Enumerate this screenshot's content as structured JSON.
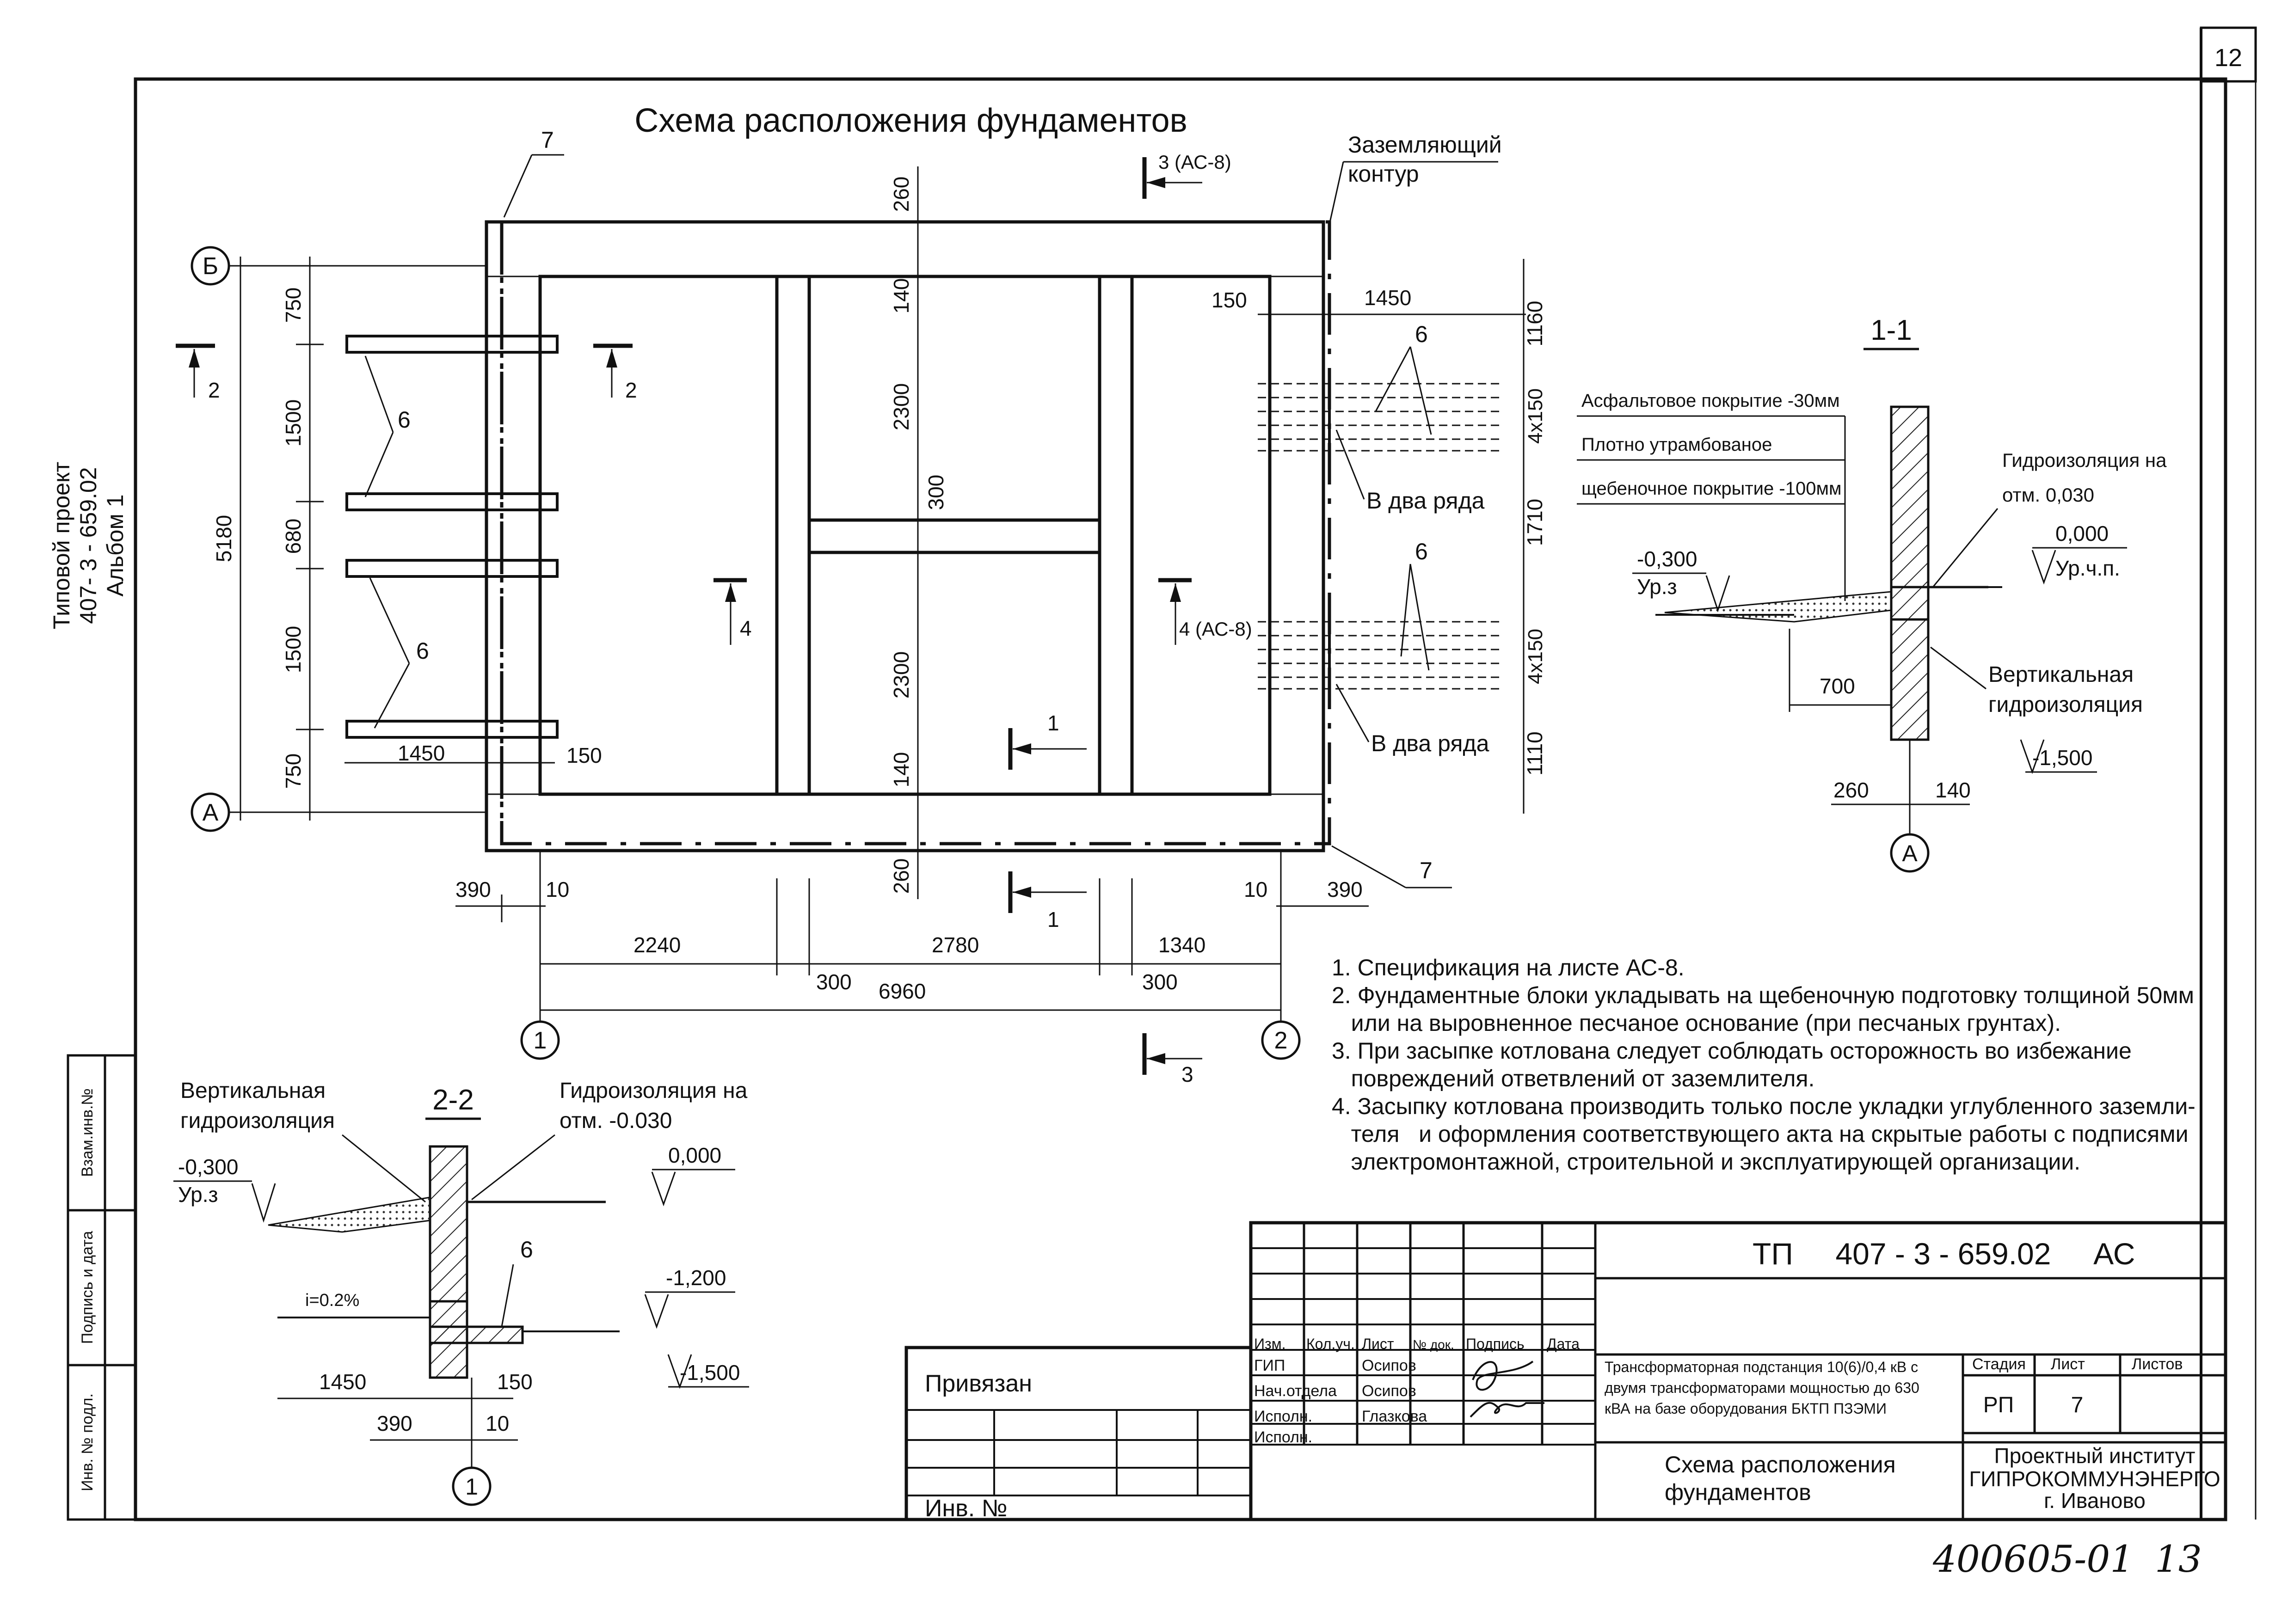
{
  "sheet_number": "12",
  "page_number_handwritten": "13",
  "archive_number_handwritten": "400605-01",
  "title": "Схема расположения фундаментов",
  "side_label": [
    "Типовой проект",
    "407- 3 - 659.02",
    "Альбом 1"
  ],
  "axes": {
    "b": "Б",
    "a": "А",
    "one": "1",
    "two": "2"
  },
  "plan": {
    "ground_contour_label": [
      "Заземляющий",
      "контур"
    ],
    "ground_contour_mark": "7",
    "section_3_top": "3 (АС-8)",
    "section_3_bottom": "3",
    "section_2": "2",
    "section_4": "4",
    "section_4_ref": "4 (АС-8)",
    "section_1": "1",
    "block_mark": "6",
    "two_rows": "В два ряда",
    "dims": {
      "overall_height": "5180",
      "left_750_top": "750",
      "left_1500_top": "1500",
      "left_680": "680",
      "left_1500_bottom": "1500",
      "left_750_bottom": "750",
      "center_260_top": "260",
      "center_140_top": "140",
      "center_2300_top": "2300",
      "center_300": "300",
      "center_2300_bottom": "2300",
      "center_140_bottom": "140",
      "center_260_bottom": "260",
      "right_150": "150",
      "right_1450": "1450",
      "right_1160": "1160",
      "right_4x150_top": "4х150",
      "right_1710": "1710",
      "right_4x150_bottom": "4х150",
      "right_1110": "1110",
      "left_1450": "1450",
      "left_150": "150",
      "bottom_390_left": "390",
      "bottom_10_left": "10",
      "bottom_10_right": "10",
      "bottom_390_right": "390",
      "bottom_2240": "2240",
      "bottom_2780": "2780",
      "bottom_1340": "1340",
      "bottom_300_left": "300",
      "bottom_300_right": "300",
      "bottom_6960": "6960"
    }
  },
  "section_1_1": {
    "title": "1-1",
    "asphalt": "Асфальтовое покрытие -30мм",
    "compacted": "Плотно утрамбованое",
    "gravel": "щебеночное покрытие -100мм",
    "waterproof_at": [
      "Гидроизоляция на",
      "отм. 0,030"
    ],
    "level_0": "0,000",
    "level_0_label": "Ур.ч.п.",
    "level_ground": "-0,300",
    "level_ground_label": "Ур.з",
    "dim_700": "700",
    "vertical_waterproof": [
      "Вертикальная",
      "гидроизоляция"
    ],
    "level_1500": "-1,500",
    "dim_260": "260",
    "dim_140": "140",
    "axis": "А"
  },
  "section_2_2": {
    "title": "2-2",
    "vertical_waterproof": [
      "Вертикальная",
      "гидроизоляция"
    ],
    "waterproof_at": [
      "Гидроизоляция на",
      "отм. -0.030"
    ],
    "level_ground": "-0,300",
    "level_ground_label": "Ур.з",
    "level_0": "0,000",
    "block_mark": "6",
    "slope": "i=0.2%",
    "level_1200": "-1,200",
    "level_1500": "-1,500",
    "dim_1450": "1450",
    "dim_150": "150",
    "dim_390": "390",
    "dim_10": "10",
    "axis": "1"
  },
  "notes": [
    "1. Спецификация на листе АС-8.",
    "2. Фундаментные блоки укладывать на щебеночную подготовку толщиной 50мм",
    "   или на выровненное песчаное основание (при песчаных грунтах).",
    "3. При засыпке котлована следует соблюдать осторожность во избежание",
    "   повреждений ответвлений от заземлителя.",
    "4. Засыпку котлована производить только после укладки углубленного заземли-",
    "   теля   и оформления соответствующего акта на скрытые работы с подписями",
    "   электромонтажной, строительной и эксплуатирующей организации."
  ],
  "left_stamp": [
    "Взам.инв.№",
    "Подпись и дата",
    "Инв. № подл."
  ],
  "title_block": {
    "code": "ТП     407 - 3 - 659.02     АС",
    "privyazan": "Привязан",
    "inv_no": "Инв. №",
    "headers": [
      "Изм.",
      "Кол.уч.",
      "Лист",
      "№ док.",
      "Подпись",
      "Дата"
    ],
    "rows": [
      {
        "role": "ГИП",
        "name": "Осипов"
      },
      {
        "role": "Нач.отдела",
        "name": "Осипов"
      },
      {
        "role": "Исполн.",
        "name": "Глазкова"
      },
      {
        "role": "Исполн.",
        "name": ""
      }
    ],
    "description": [
      "Трансформаторная подстанция 10(6)/0,4 кВ с",
      "двумя трансформаторами мощностью до 630",
      "кВА на базе оборудования БКТП ПЗЭМИ"
    ],
    "stage_header": "Стадия",
    "sheet_header": "Лист",
    "sheets_header": "Листов",
    "stage": "РП",
    "sheet": "7",
    "sheets": "",
    "drawing_name": [
      "Схема расположения",
      "фундаментов"
    ],
    "organization": [
      "Проектный институт",
      "ГИПРОКОММУНЭНЕРГО",
      "г. Иваново"
    ]
  }
}
